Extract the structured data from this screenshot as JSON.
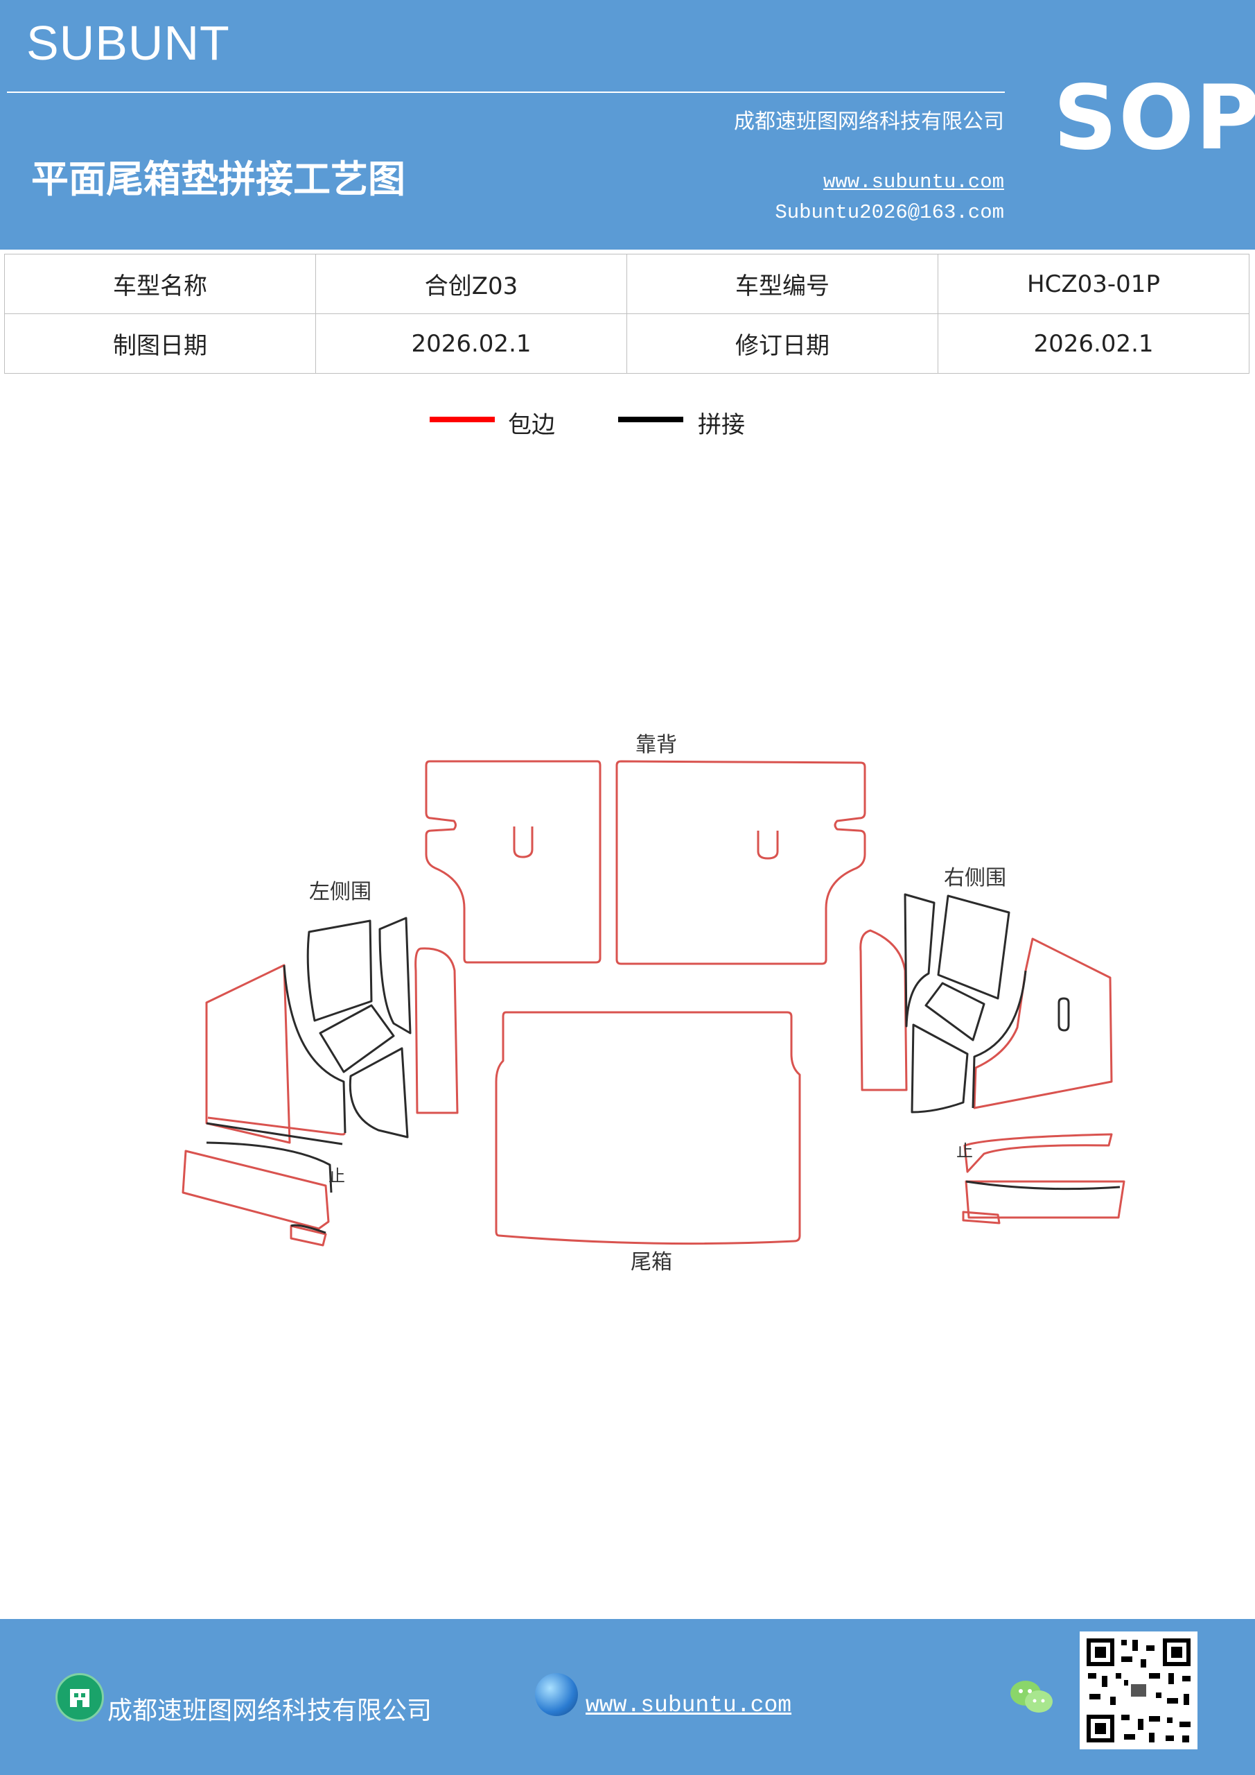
{
  "header": {
    "brand": "SUBUNT",
    "company": "成都速班图网络科技有限公司",
    "title": "平面尾箱垫拼接工艺图",
    "website": "www.subuntu.com",
    "email": "Subuntu2026@163.com",
    "badge": "SOP"
  },
  "info_table": {
    "rows": [
      [
        "车型名称",
        "合创Z03",
        "车型编号",
        "HCZ03-01P"
      ],
      [
        "制图日期",
        "2026.02.1",
        "修订日期",
        "2026.02.1"
      ]
    ]
  },
  "legend": {
    "items": [
      {
        "label": "包边",
        "color": "#ff0000"
      },
      {
        "label": "拼接",
        "color": "#000000"
      }
    ]
  },
  "diagram": {
    "labels": {
      "backrest": "靠背",
      "left_side": "左侧围",
      "right_side": "右侧围",
      "trunk": "尾箱",
      "stop_left": "止",
      "stop_right": "止"
    },
    "colors": {
      "edge": "#d9534f",
      "seam": "#2b2b2b"
    }
  },
  "footer": {
    "company": "成都速班图网络科技有限公司",
    "website": "www.subuntu.com"
  }
}
